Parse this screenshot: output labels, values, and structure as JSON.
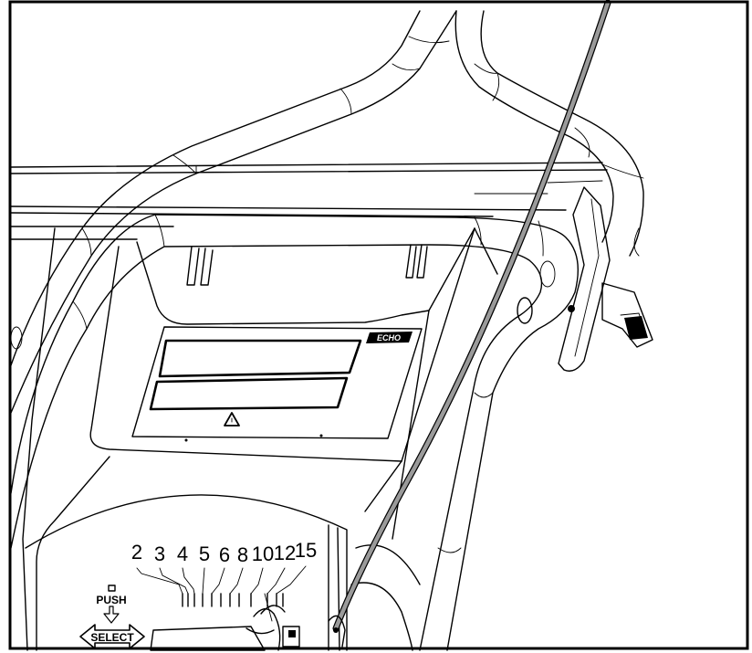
{
  "height_scale": {
    "numbers": [
      "2",
      "3",
      "4",
      "5",
      "6",
      "8",
      "10",
      "12",
      "15"
    ]
  },
  "push_label": "PUSH",
  "select_label": "SELECT",
  "brand_label": "ECHO",
  "colors": {
    "line": "#000000",
    "cable": "#9a9a9a",
    "background": "#ffffff"
  }
}
